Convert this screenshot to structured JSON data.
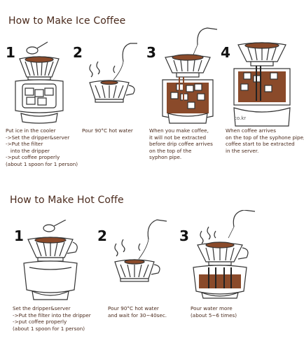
{
  "ice": {
    "title": "How to Make Ice Coffee",
    "steps": [
      {
        "number": "1",
        "caption": "Put ice in the cooler\n->Set the dripper&server\n->Put the filter\n   into the dripper\n->put coffee properly\n(about 1 spoon for 1 person)"
      },
      {
        "number": "2",
        "caption": "Pour 90°C hot water"
      },
      {
        "number": "3",
        "caption": "When you make coffee,\nit will not be extracted\nbefore drip coffee arrives\non the top of the\nsyphon pipe."
      },
      {
        "number": "4",
        "caption": "When coffee arrives\non the top of the syphone pipe,\ncoffee start to be extracted\nin the server.",
        "label": "co.kr"
      }
    ]
  },
  "hot": {
    "title": "How to Make Hot Coffe",
    "steps": [
      {
        "number": "1",
        "caption": "Set the dripper&server\n->Put the filter into the dripper\n->put coffee properly\n(about 1 spoon for 1 person)"
      },
      {
        "number": "2",
        "caption": "Pour 90°C hot water\nand wait for 30~40sec."
      },
      {
        "number": "3",
        "caption": "Pour water more\n(about 5~6 times)"
      }
    ]
  },
  "colors": {
    "title": "#4a2a1c",
    "coffee": "#8a4a2a",
    "line": "#333333"
  }
}
